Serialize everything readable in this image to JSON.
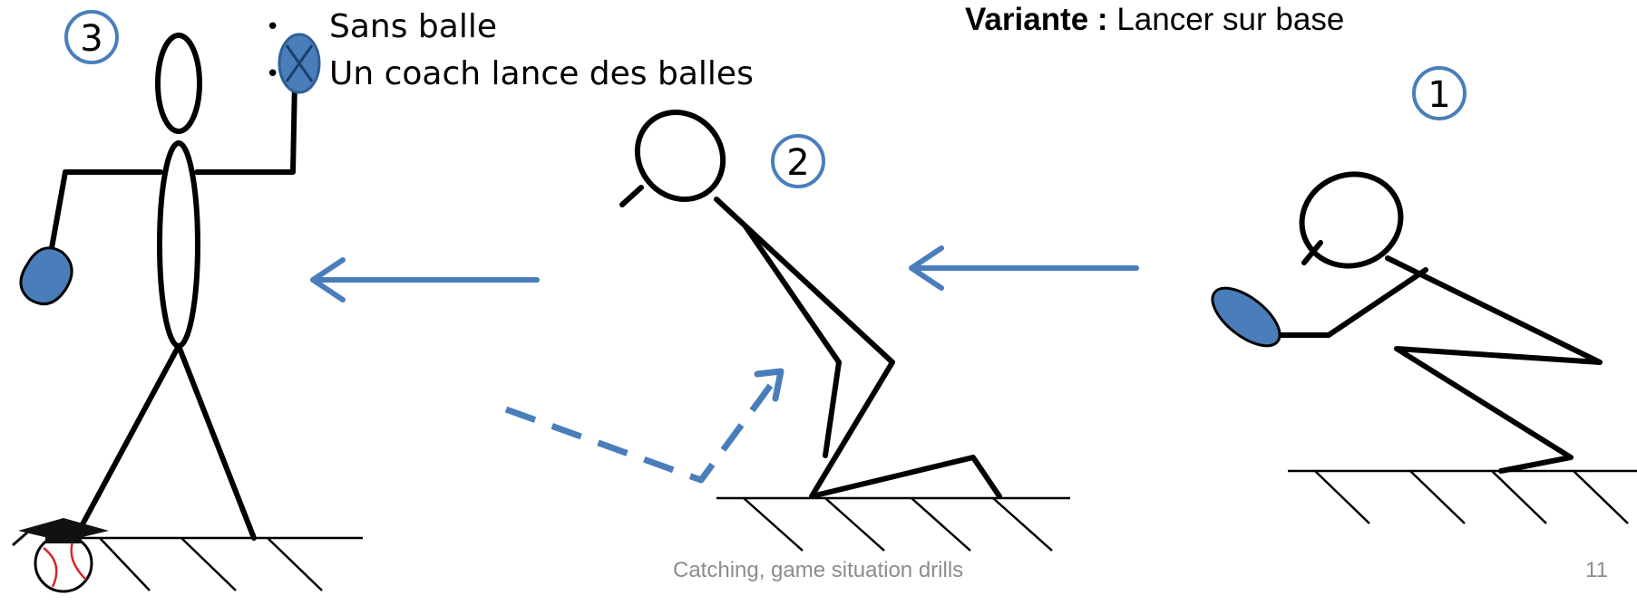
{
  "diagram": {
    "bullets": [
      "Sans balle",
      "Un coach lance des balles"
    ],
    "variante": {
      "label": "Variante :",
      "text": "Lancer sur base"
    },
    "player_numbers": {
      "first": "1",
      "second": "2",
      "third": "3"
    }
  },
  "footer": {
    "title": "Catching, game situation drills",
    "page": "11"
  },
  "colors": {
    "accent": "#4a7ebb",
    "ink": "#000000",
    "footer_text": "#8c8c8c",
    "ball_stitch": "#d9262c"
  }
}
